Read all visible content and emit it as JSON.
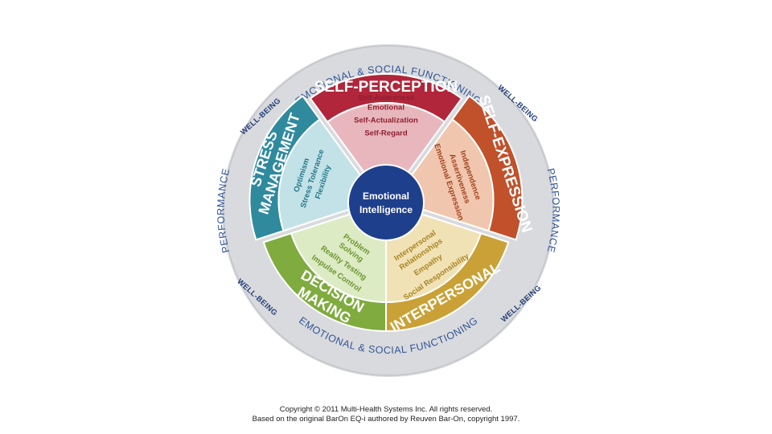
{
  "center": {
    "line1": "Emotional",
    "line2": "Intelligence",
    "color": "#1e3f8c"
  },
  "outer_ring": {
    "top": "EMOTIONAL & SOCIAL FUNCTIONING",
    "bottom": "EMOTIONAL & SOCIAL FUNCTIONING",
    "left": "PERFORMANCE",
    "right": "PERFORMANCE",
    "well_being": [
      "WELL-BEING",
      "WELL-BEING",
      "WELL-BEING",
      "WELL-BEING"
    ],
    "color": "#dcdde1"
  },
  "composites": [
    {
      "key": "self-perception",
      "title": [
        "SELF-PERCEPTION"
      ],
      "color": "#b1263a",
      "light": "#e8b7bd",
      "sub_color": "#8e1f30",
      "subscales": [
        "Self-Regard",
        "Self-Actualization",
        "Emotional",
        "Self-Awareness"
      ]
    },
    {
      "key": "self-expression",
      "title": [
        "SELF-EXPRESSION"
      ],
      "color": "#c0512b",
      "light": "#f1c6ae",
      "sub_color": "#a1411d",
      "subscales": [
        "Emotional Expression",
        "Assertiveness",
        "Independence"
      ]
    },
    {
      "key": "interpersonal",
      "title": [
        "INTERPERSONAL"
      ],
      "color": "#c9a136",
      "light": "#f1e2b6",
      "sub_color": "#a88323",
      "subscales": [
        "Interpersonal",
        "Relationships",
        "Empathy",
        "Social Responsibility"
      ]
    },
    {
      "key": "decision-making",
      "title": [
        "DECISION",
        "MAKING"
      ],
      "color": "#7fab3f",
      "light": "#dcebc3",
      "sub_color": "#6b9430",
      "subscales": [
        "Problem",
        "Solving",
        "Reality Testing",
        "Impulse Control"
      ]
    },
    {
      "key": "stress-management",
      "title": [
        "STRESS",
        "MANAGEMENT"
      ],
      "color": "#2f8a9e",
      "light": "#c3e2e8",
      "sub_color": "#237588",
      "subscales": [
        "Flexibility",
        "Stress Tolerance",
        "Optimism"
      ]
    }
  ],
  "copyright": {
    "line1": "Copyright © 2011 Multi-Health Systems Inc. All rights reserved.",
    "line2": "Based on the original BarOn EQ-i authored by Reuven Bar-On, copyright 1997."
  }
}
